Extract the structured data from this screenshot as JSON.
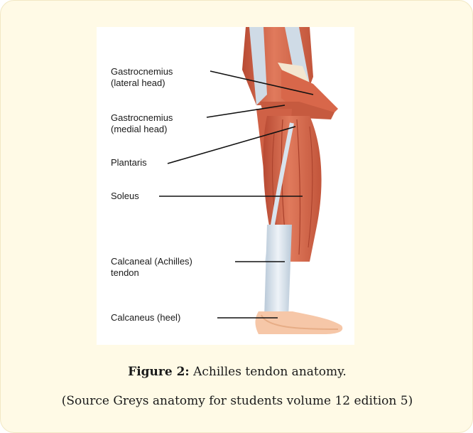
{
  "labels": {
    "gastro_lateral": "Gastrocnemius\n(lateral head)",
    "gastro_medial": "Gastrocnemius\n(medial head)",
    "plantaris": "Plantaris",
    "soleus": "Soleus",
    "achilles": "Calcaneal (Achilles)\ntendon",
    "calcaneus": "Calcaneus (heel)"
  },
  "caption": {
    "figure_label": "Figure 2:",
    "figure_title": " Achilles tendon anatomy.",
    "source": "(Source Greys anatomy for students volume 12 edition 5)"
  },
  "colors": {
    "muscle": "#d9694a",
    "muscle_dark": "#b84a33",
    "tendon": "#d9e4ee",
    "skin": "#f6c7a8",
    "background": "#fffae6"
  }
}
